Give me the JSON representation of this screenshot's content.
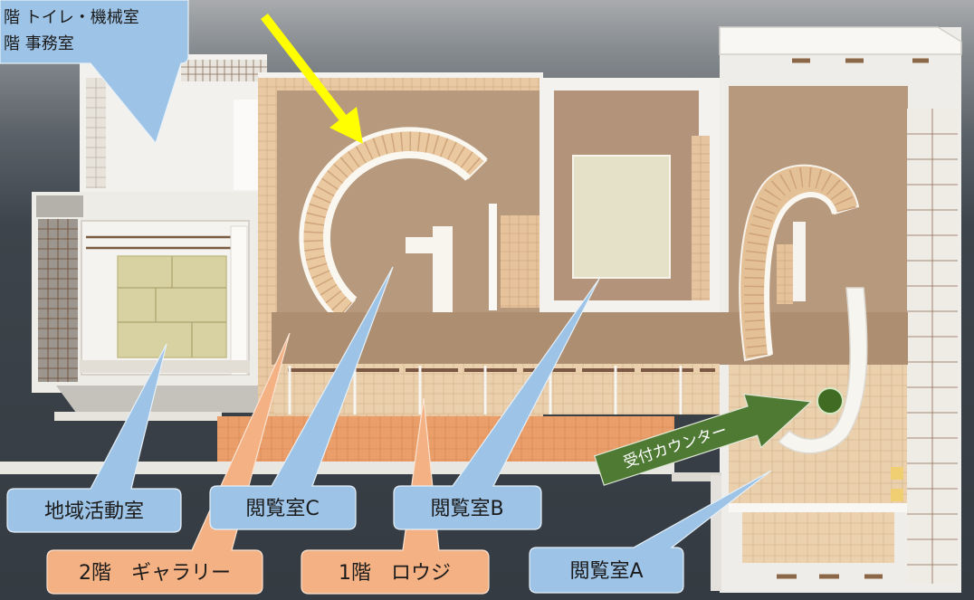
{
  "labels": {
    "top_left_callout": {
      "line1": "階 トイレ・機械室",
      "line2": "階 事務室"
    },
    "community_room": "地域活動室",
    "reading_room_c": "閲覧室C",
    "reading_room_b": "閲覧室B",
    "reading_room_a": "閲覧室A",
    "gallery_2f": "2階　ギャラリー",
    "roji_1f": "1階　ロウジ",
    "reception_counter": "受付カウンター"
  },
  "colors": {
    "room_callout_fill": "#9dc3e6",
    "floor_callout_fill": "#f4b183",
    "reception_arrow_fill": "#4f7a34",
    "reception_marker_fill": "#3f6b22",
    "pointer_arrow": "#ffff00"
  }
}
